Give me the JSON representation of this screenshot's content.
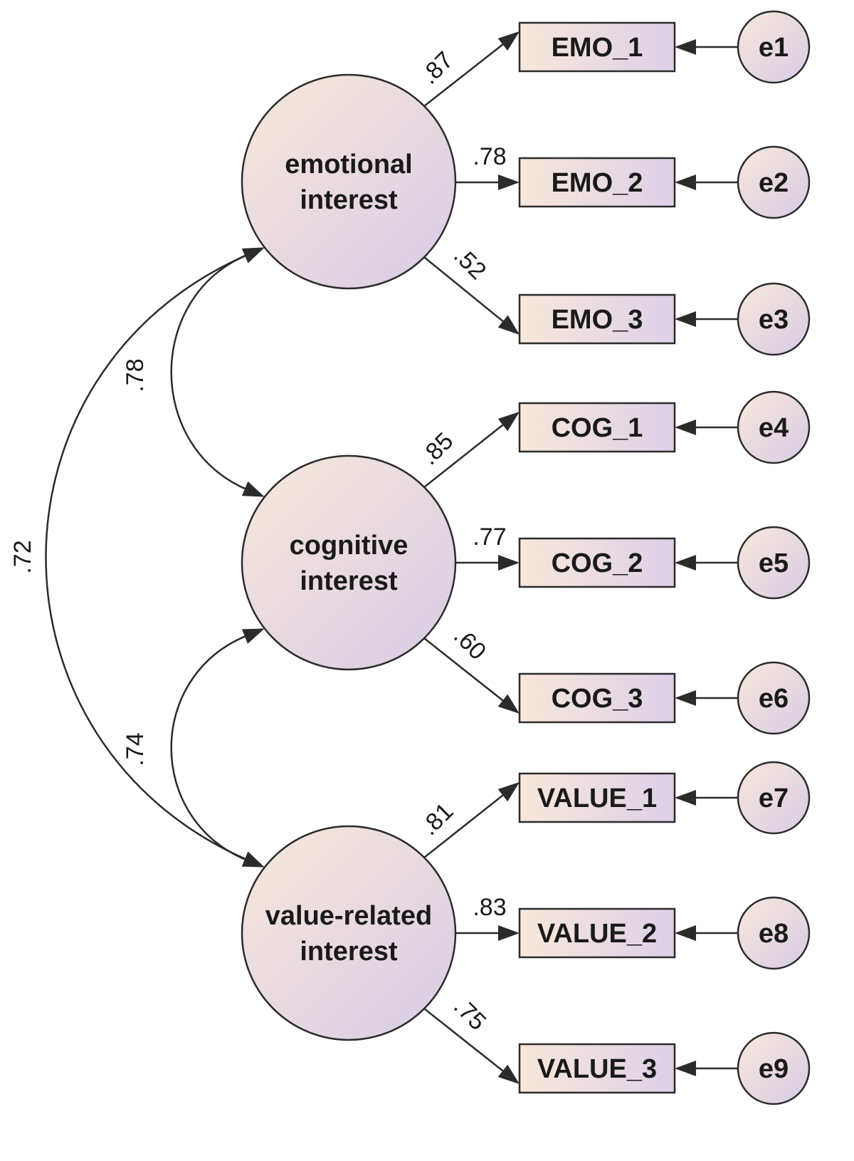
{
  "colors": {
    "fill_top": "#f7e8da",
    "fill_bottom": "#d9cbe6",
    "stroke": "#2b2b2b",
    "text": "#1a1a1a"
  },
  "latents": [
    {
      "id": "emotional",
      "lines": [
        "emotional",
        "interest"
      ]
    },
    {
      "id": "cognitive",
      "lines": [
        "cognitive",
        "interest"
      ]
    },
    {
      "id": "value",
      "lines": [
        "value-related",
        "interest"
      ]
    }
  ],
  "observed": [
    "EMO_1",
    "EMO_2",
    "EMO_3",
    "COG_1",
    "COG_2",
    "COG_3",
    "VALUE_1",
    "VALUE_2",
    "VALUE_3"
  ],
  "errors": [
    "e1",
    "e2",
    "e3",
    "e4",
    "e5",
    "e6",
    "e7",
    "e8",
    "e9"
  ],
  "loadings": [
    ".87",
    ".78",
    ".52",
    ".85",
    ".77",
    ".60",
    ".81",
    ".83",
    ".75"
  ],
  "covariances": [
    {
      "from": "emotional",
      "to": "cognitive",
      "value": ".78"
    },
    {
      "from": "cognitive",
      "to": "value",
      "value": ".74"
    },
    {
      "from": "emotional",
      "to": "value",
      "value": ".72"
    }
  ]
}
